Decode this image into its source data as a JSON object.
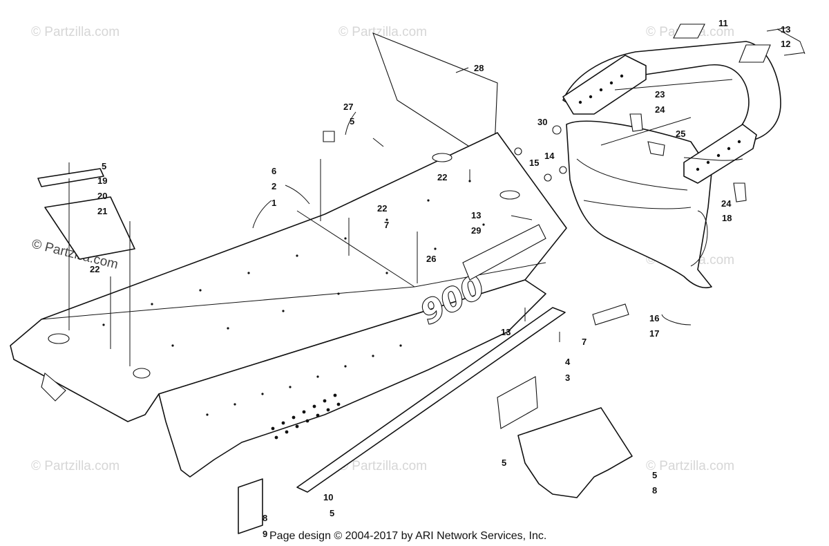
{
  "watermarks": {
    "faint": "© Partzilla.com",
    "dark": "© Partzilla.com"
  },
  "footer": {
    "text": "Page design © 2004-2017 by ARI Network Services, Inc."
  },
  "decal": {
    "model": "900"
  },
  "callouts": [
    {
      "id": "c1",
      "label": "1"
    },
    {
      "id": "c2",
      "label": "2"
    },
    {
      "id": "c3",
      "label": "3"
    },
    {
      "id": "c4",
      "label": "4"
    },
    {
      "id": "c5a",
      "label": "5"
    },
    {
      "id": "c5b",
      "label": "5"
    },
    {
      "id": "c5c",
      "label": "5"
    },
    {
      "id": "c5d",
      "label": "5"
    },
    {
      "id": "c5e",
      "label": "5"
    },
    {
      "id": "c6",
      "label": "6"
    },
    {
      "id": "c7a",
      "label": "7"
    },
    {
      "id": "c7b",
      "label": "7"
    },
    {
      "id": "c8a",
      "label": "8"
    },
    {
      "id": "c8b",
      "label": "8"
    },
    {
      "id": "c9",
      "label": "9"
    },
    {
      "id": "c10",
      "label": "10"
    },
    {
      "id": "c11",
      "label": "11"
    },
    {
      "id": "c12",
      "label": "12"
    },
    {
      "id": "c13a",
      "label": "13"
    },
    {
      "id": "c13b",
      "label": "13"
    },
    {
      "id": "c13c",
      "label": "13"
    },
    {
      "id": "c14",
      "label": "14"
    },
    {
      "id": "c15",
      "label": "15"
    },
    {
      "id": "c16",
      "label": "16"
    },
    {
      "id": "c17",
      "label": "17"
    },
    {
      "id": "c18",
      "label": "18"
    },
    {
      "id": "c19",
      "label": "19"
    },
    {
      "id": "c20",
      "label": "20"
    },
    {
      "id": "c21",
      "label": "21"
    },
    {
      "id": "c22a",
      "label": "22"
    },
    {
      "id": "c22b",
      "label": "22"
    },
    {
      "id": "c22c",
      "label": "22"
    },
    {
      "id": "c23",
      "label": "23"
    },
    {
      "id": "c24a",
      "label": "24"
    },
    {
      "id": "c24b",
      "label": "24"
    },
    {
      "id": "c25",
      "label": "25"
    },
    {
      "id": "c26",
      "label": "26"
    },
    {
      "id": "c27",
      "label": "27"
    },
    {
      "id": "c28",
      "label": "28"
    },
    {
      "id": "c29",
      "label": "29"
    },
    {
      "id": "c30",
      "label": "30"
    }
  ]
}
